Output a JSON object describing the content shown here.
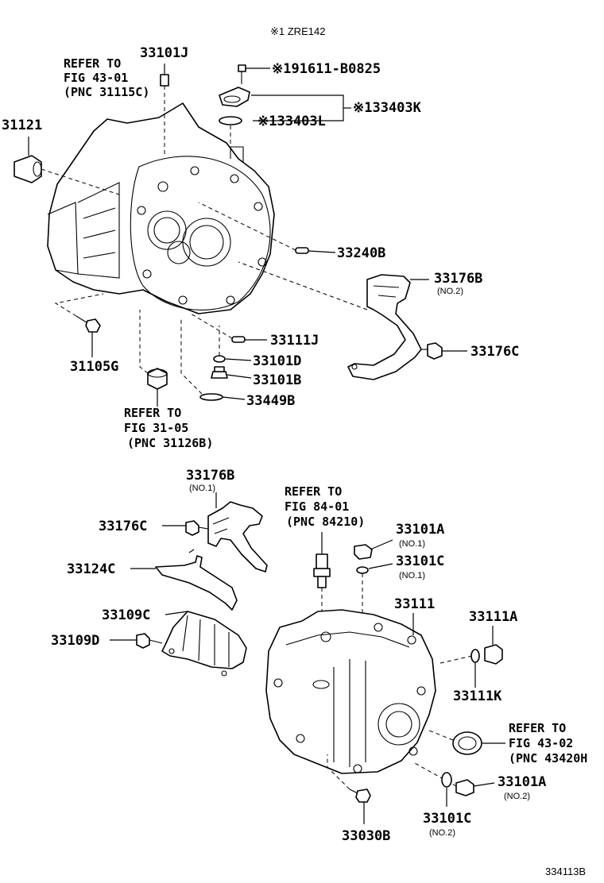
{
  "header": {
    "note": "※1 ZRE142"
  },
  "footer": {
    "figure_code": "334113B"
  },
  "labels": {
    "p33101J": "33101J",
    "ref_43_01_l1": "REFER TO",
    "ref_43_01_l2": "FIG 43-01",
    "ref_43_01_l3": "(PNC 31115C)",
    "p31121": "31121",
    "p191611": "※191611-B0825",
    "p33403K": "※133403K",
    "p33403L": "※133403L",
    "p33240B": "33240B",
    "p33176B_top": "33176B",
    "p33176B_top_sub": "(NO.2)",
    "p31105G": "31105G",
    "p33111J": "33111J",
    "p33101D": "33101D",
    "p33101B": "33101B",
    "p33449B": "33449B",
    "p33176C_top": "33176C",
    "ref_31_05_l1": "REFER TO",
    "ref_31_05_l2": "FIG 31-05",
    "ref_31_05_l3": "(PNC 31126B)",
    "p33176B_bot": "33176B",
    "p33176B_bot_sub": "(NO.1)",
    "ref_84_01_l1": "REFER TO",
    "ref_84_01_l2": "FIG 84-01",
    "ref_84_01_l3": "(PNC 84210)",
    "p33176C_bot": "33176C",
    "p33101A_top": "33101A",
    "p33101A_top_sub": "(NO.1)",
    "p33101C_top": "33101C",
    "p33101C_top_sub": "(NO.1)",
    "p33124C": "33124C",
    "p33109C": "33109C",
    "p33111": "33111",
    "p33111A": "33111A",
    "p33109D": "33109D",
    "p33111K": "33111K",
    "ref_43_02_l1": "REFER TO",
    "ref_43_02_l2": "FIG 43-02",
    "ref_43_02_l3": "(PNC 43420H",
    "p33101A_bot": "33101A",
    "p33101A_bot_sub": "(NO.2)",
    "p33101C_bot": "33101C",
    "p33101C_bot_sub": "(NO.2)",
    "p33030B": "33030B"
  }
}
